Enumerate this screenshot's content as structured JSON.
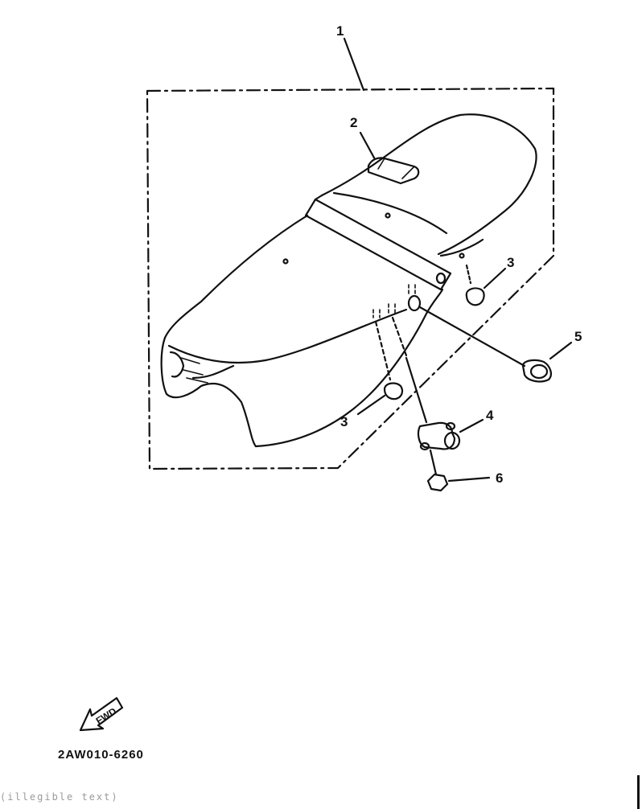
{
  "callouts": {
    "c1": "1",
    "c2": "2",
    "c3a": "3",
    "c3b": "3",
    "c4": "4",
    "c5": "5",
    "c6": "6"
  },
  "fwd_label": "FWD",
  "diagram_code": "2AW010-6260",
  "footer_text": "(illegible text)"
}
